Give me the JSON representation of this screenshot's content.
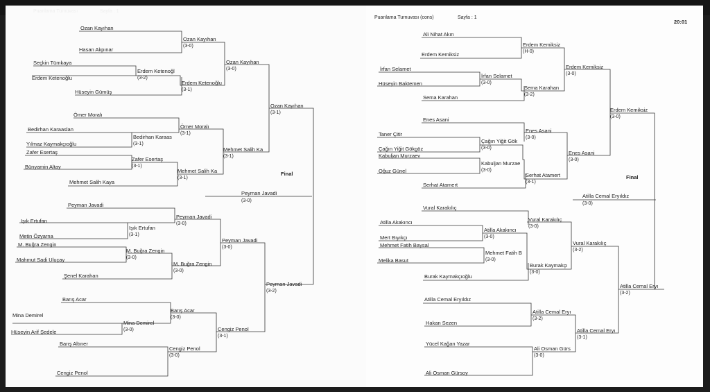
{
  "header": {
    "left_title": "Puanlama Turnuvası",
    "left_page": "Sayfa : 1",
    "right_title": "Puanlama Turnuvası (cons)",
    "right_page": "Sayfa : 1",
    "clock": "20:01"
  },
  "final_label": "Final",
  "left": {
    "r1": [
      "Ozan Kayıhan",
      "Hasan Akpınar",
      "Seçkin Tümkaya",
      "Erdem Ketenoğlu",
      "Hüseyin Gümüş",
      "Ömer Moralı",
      "Bedirhan Karaaslan",
      "Yılmaz Kaymakçıoğlu",
      "Zafer Esertaş",
      "Bünyamin Altay",
      "Mehmet Salih Kaya",
      "Peyman Javadi",
      "Işık Ertufan",
      "Metin Özyarna",
      "M. Buğra Zengin",
      "Mahmut Sadi Uluçay",
      "Şenel Karahan",
      "Barış Acar",
      "Mina Demirel",
      "Hüseyin Arif Şedele",
      "Barış Altıner",
      "Cengiz Penol"
    ],
    "r2": [
      [
        "Ozan Kayıhan",
        "(3-0)"
      ],
      [
        "Erdem Ketenoğl",
        "(3-2)"
      ],
      [
        "Erdem Ketenoğlu",
        "(3-1)"
      ],
      [
        "Ömer Moralı",
        "(3-1)"
      ],
      [
        "Bedirhan Karaas",
        "(3-1)"
      ],
      [
        "Zafer Esertaş",
        "(3-1)"
      ],
      [
        "Mehmet Salih Ka",
        "(3-1)"
      ],
      [
        "Peyman Javadi",
        "(3-0)"
      ],
      [
        "Işık Ertufan",
        "(3-1)"
      ],
      [
        "M. Buğra Zengin",
        "(3-0)"
      ],
      [
        "M. Buğra Zengin",
        "(3-0)"
      ],
      [
        "Barış Acar",
        "(3-0)"
      ],
      [
        "Mina Demirel",
        "(3-0)"
      ],
      [
        "Cengiz Penol",
        "(3-0)"
      ]
    ],
    "r3": [
      [
        "Ozan Kayıhan",
        "(3-0)"
      ],
      [
        "Mehmet Salih Ka",
        "(3-1)"
      ],
      [
        "Peyman Javadi",
        "(3-0)"
      ],
      [
        "Cengiz Penol",
        "(3-1)"
      ]
    ],
    "r4": [
      [
        "Ozan Kayıhan",
        "(3-1)"
      ],
      [
        "Peyman Javadi",
        "(3-2)"
      ]
    ],
    "champion": [
      "Peyman Javadi",
      "(3-0)"
    ]
  },
  "right": {
    "r1": [
      "Ali Nihat Akın",
      "Erdem Kemiksiz",
      "İrfan Selamet",
      "Hüseyin Baktemen",
      "Sema Karahan",
      "Enes Asani",
      "Taner Çitir",
      "Çağın Yiğit Gökgöz",
      "Kabuljan Murzaev",
      "Oğuz Günel",
      "Serhat Atamert",
      "Vural Karakılıç",
      "Atilla Akakıncı",
      "Mert Bıyıkçı",
      "Mehmet Fatih Baysal",
      "Melika Basut",
      "Burak Kaymakçıoğlu",
      "Atilla Cemal Eryıldız",
      "Hakan Sezen",
      "Yücel Kağan Yazar",
      "Ali Osman Gürsoy"
    ],
    "r2": [
      [
        "Erdem Kemiksiz",
        "(H-0)"
      ],
      [
        "İrfan Selamet",
        "(3-0)"
      ],
      [
        "Sema Karahan",
        "(3-2)"
      ],
      [
        "Enes Asani",
        "(3-0)"
      ],
      [
        "Çağın Yiğit Gök",
        "(3-0)"
      ],
      [
        "Kabuljan Murzae",
        "(3-0)"
      ],
      [
        "Serhat Atamert",
        "(3-1)"
      ],
      [
        "Vural Karakılıç",
        "(3-0)"
      ],
      [
        "Atilla Akakıncı",
        "(3-0)"
      ],
      [
        "Mehmet Fatih B",
        "(3-0)"
      ],
      [
        "Burak Kaymakçı",
        "(3-0)"
      ],
      [
        "Atilla Cemal Eryı",
        "(3-2)"
      ],
      [
        "Ali Osman Gürs",
        "(3-0)"
      ]
    ],
    "r3": [
      [
        "Erdem Kemiksiz",
        "(3-0)"
      ],
      [
        "Enes Asani",
        "(3-0)"
      ],
      [
        "Vural Karakılıç",
        "(3-2)"
      ],
      [
        "Atilla Cemal Eryı",
        "(3-1)"
      ]
    ],
    "r4": [
      [
        "Erdem Kemiksiz",
        "(3-0)"
      ],
      [
        "Atilla Cemal Eryı",
        "(3-2)"
      ]
    ],
    "champion": [
      "Atilla Cemal Eryıldız",
      "(3-0)"
    ]
  }
}
